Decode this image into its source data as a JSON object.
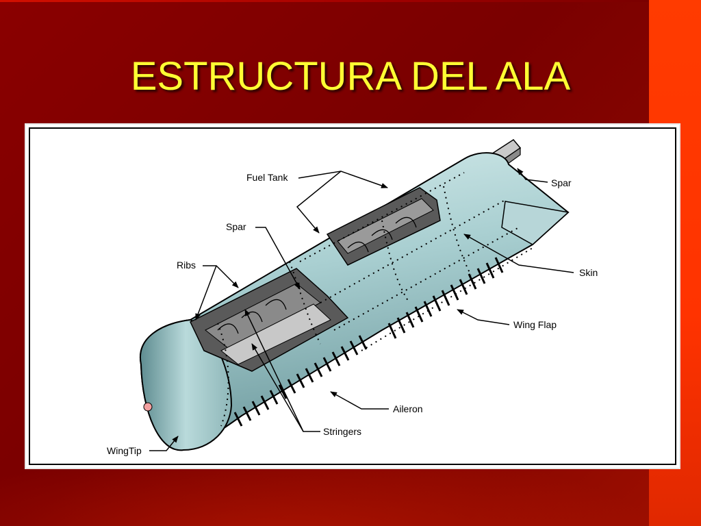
{
  "slide": {
    "title": "ESTRUCTURA DEL ALA"
  },
  "diagram": {
    "labels": {
      "fuel_tank": "Fuel Tank",
      "spar_top": "Spar",
      "spar_left": "Spar",
      "ribs": "Ribs",
      "skin": "Skin",
      "wing_flap": "Wing Flap",
      "aileron": "Aileron",
      "stringers": "Stringers",
      "wingtip": "WingTip"
    },
    "colors": {
      "background": "#7a0000",
      "accent_bar": "#ff3300",
      "title": "#ffff33",
      "skin": "#a9cfd1",
      "skin_shadow": "#6e9a9e",
      "interior": "#4a4a4a"
    }
  }
}
